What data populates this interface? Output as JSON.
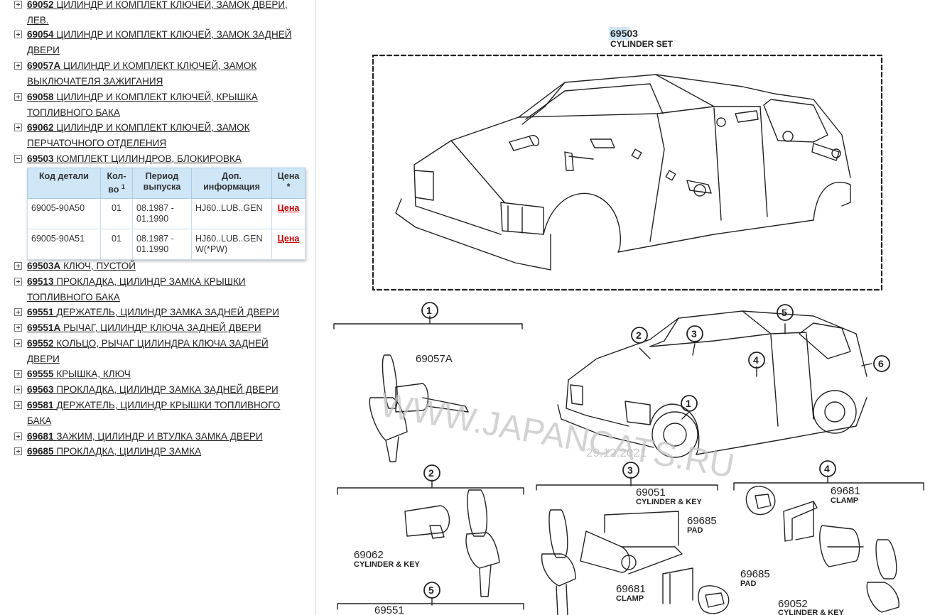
{
  "tree": {
    "items": [
      {
        "code": "69052",
        "label": "ЦИЛИНДР И КОМПЛЕКТ КЛЮЧЕЙ, ЗАМОК ДВЕРИ,",
        "label2": "ЛЕВ.",
        "expanded": false
      },
      {
        "code": "69054",
        "label": "ЦИЛИНДР И КОМПЛЕКТ КЛЮЧЕЙ, ЗАМОК ЗАДНЕЙ",
        "label2": "ДВЕРИ",
        "expanded": false
      },
      {
        "code": "69057A",
        "label": "ЦИЛИНДР И КОМПЛЕКТ КЛЮЧЕЙ, ЗАМОК",
        "label2": "ВЫКЛЮЧАТЕЛЯ ЗАЖИГАНИЯ",
        "expanded": false
      },
      {
        "code": "69058",
        "label": "ЦИЛИНДР И КОМПЛЕКТ КЛЮЧЕЙ, КРЫШКА",
        "label2": "ТОПЛИВНОГО БАКА",
        "expanded": false
      },
      {
        "code": "69062",
        "label": "ЦИЛИНДР И КОМПЛЕКТ КЛЮЧЕЙ, ЗАМОК",
        "label2": "ПЕРЧАТОЧНОГО ОТДЕЛЕНИЯ",
        "expanded": false
      },
      {
        "code": "69503",
        "label": "КОМПЛЕКТ ЦИЛИНДРОВ, БЛОКИРОВКА",
        "label2": "",
        "expanded": true
      },
      {
        "code": "69503A",
        "label": "КЛЮЧ, ПУСТОЙ",
        "label2": "",
        "expanded": false
      },
      {
        "code": "69513",
        "label": "ПРОКЛАДКА, ЦИЛИНДР ЗАМКА КРЫШКИ",
        "label2": "ТОПЛИВНОГО БАКА",
        "expanded": false
      },
      {
        "code": "69551",
        "label": "ДЕРЖАТЕЛЬ, ЦИЛИНДР ЗАМКА ЗАДНЕЙ ДВЕРИ",
        "label2": "",
        "expanded": false
      },
      {
        "code": "69551A",
        "label": "РЫЧАГ, ЦИЛИНДР КЛЮЧА ЗАДНЕЙ ДВЕРИ",
        "label2": "",
        "expanded": false
      },
      {
        "code": "69552",
        "label": "КОЛЬЦО, РЫЧАГ ЦИЛИНДРА КЛЮЧА ЗАДНЕЙ",
        "label2": "ДВЕРИ",
        "expanded": false
      },
      {
        "code": "69555",
        "label": "КРЫШКА, КЛЮЧ",
        "label2": "",
        "expanded": false
      },
      {
        "code": "69563",
        "label": "ПРОКЛАДКА, ЦИЛИНДР ЗАМКА ЗАДНЕЙ ДВЕРИ",
        "label2": "",
        "expanded": false
      },
      {
        "code": "69581",
        "label": "ДЕРЖАТЕЛЬ, ЦИЛИНДР КРЫШКИ ТОПЛИВНОГО",
        "label2": "БАКА",
        "expanded": false
      },
      {
        "code": "69681",
        "label": "ЗАЖИМ, ЦИЛИНДР И ВТУЛКА ЗАМКА ДВЕРИ",
        "label2": "",
        "expanded": false
      },
      {
        "code": "69685",
        "label": "ПРОКЛАДКА, ЦИЛИНДР ЗАМКА",
        "label2": "",
        "expanded": false
      }
    ]
  },
  "parts_table": {
    "headers": {
      "code": "Код детали",
      "qty": "Кол-",
      "qty2": "во",
      "qty_sup": "1",
      "period": "Период",
      "period2": "выпуска",
      "info": "Доп.",
      "info2": "информация",
      "price": "Цена",
      "price2": "*"
    },
    "rows": [
      {
        "code": "69005-90A50",
        "qty": "01",
        "period": "08.1987 -",
        "period2": "01.1990",
        "info": "HJ60..LUB..GEN",
        "info2": "",
        "price": "Цена"
      },
      {
        "code": "69005-90A51",
        "qty": "01",
        "period": "08.1987 -",
        "period2": "01.1990",
        "info": "HJ60..LUB..GEN",
        "info2": "W(*PW)",
        "price": "Цена"
      }
    ]
  },
  "diagram": {
    "main_code": "69503",
    "main_label": "CYLINDER SET",
    "watermark": "WWW.JAPANCATS.RU",
    "date_stamp": "29.12.2021",
    "callouts": [
      "1",
      "2",
      "3",
      "4",
      "5",
      "6"
    ],
    "parts": [
      {
        "code": "69057A",
        "label": ""
      },
      {
        "code": "69062",
        "label": "CYLINDER & KEY"
      },
      {
        "code": "69051",
        "label": "CYLINDER & KEY"
      },
      {
        "code": "69685",
        "label": "PAD"
      },
      {
        "code": "69681",
        "label": "CLAMP"
      },
      {
        "code": "69681",
        "label": "CLAMP"
      },
      {
        "code": "69685",
        "label": "PAD"
      },
      {
        "code": "69052",
        "label": "CYLINDER & KEY"
      },
      {
        "code": "69551",
        "label": ""
      }
    ]
  }
}
